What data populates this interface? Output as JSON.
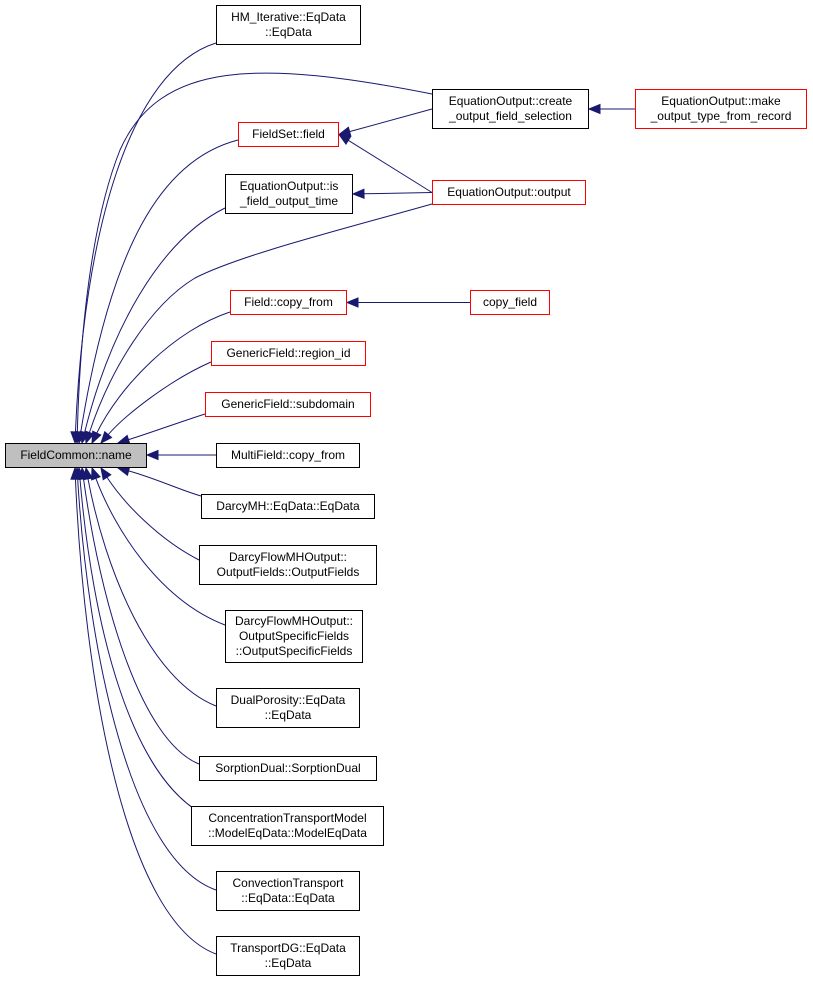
{
  "colors": {
    "edge": "#191970",
    "node_border": "#000000",
    "linked_border": "#ff0000",
    "focus_fill": "#bfbfbf"
  },
  "nodes": [
    {
      "id": "fieldcommon_name",
      "name": "node-fieldcommon-name",
      "lines": [
        "FieldCommon::name"
      ],
      "style": "focus"
    },
    {
      "id": "hm_iterative",
      "name": "node-hm-iterative-eqdata",
      "lines": [
        "HM_Iterative::EqData",
        "::EqData"
      ],
      "style": "plain"
    },
    {
      "id": "eo_create",
      "name": "node-equationoutput-create-output-field-selection",
      "lines": [
        "EquationOutput::create",
        "_output_field_selection"
      ],
      "style": "plain"
    },
    {
      "id": "eo_make",
      "name": "node-equationoutput-make-output-type-from-record",
      "lines": [
        "EquationOutput::make",
        "_output_type_from_record"
      ],
      "style": "red"
    },
    {
      "id": "fieldset_field",
      "name": "node-fieldset-field",
      "lines": [
        "FieldSet::field"
      ],
      "style": "red"
    },
    {
      "id": "eo_is_time",
      "name": "node-equationoutput-is-field-output-time",
      "lines": [
        "EquationOutput::is",
        "_field_output_time"
      ],
      "style": "plain"
    },
    {
      "id": "eo_output",
      "name": "node-equationoutput-output",
      "lines": [
        "EquationOutput::output"
      ],
      "style": "red"
    },
    {
      "id": "field_copy_from",
      "name": "node-field-copy-from",
      "lines": [
        "Field::copy_from"
      ],
      "style": "red"
    },
    {
      "id": "copy_field",
      "name": "node-copy-field",
      "lines": [
        "copy_field"
      ],
      "style": "red"
    },
    {
      "id": "gf_region",
      "name": "node-genericfield-region-id",
      "lines": [
        "GenericField::region_id"
      ],
      "style": "red"
    },
    {
      "id": "gf_subdomain",
      "name": "node-genericfield-subdomain",
      "lines": [
        "GenericField::subdomain"
      ],
      "style": "red"
    },
    {
      "id": "mf_copy",
      "name": "node-multifield-copy-from",
      "lines": [
        "MultiField::copy_from"
      ],
      "style": "plain"
    },
    {
      "id": "darcymh",
      "name": "node-darcymh-eqdata",
      "lines": [
        "DarcyMH::EqData::EqData"
      ],
      "style": "plain"
    },
    {
      "id": "dfmo_fields",
      "name": "node-darcyflowmhoutput-outputfields",
      "lines": [
        "DarcyFlowMHOutput::",
        "OutputFields::OutputFields"
      ],
      "style": "plain"
    },
    {
      "id": "dfmo_specific",
      "name": "node-darcyflowmhoutput-outputspecificfields",
      "lines": [
        "DarcyFlowMHOutput::",
        "OutputSpecificFields",
        "::OutputSpecificFields"
      ],
      "style": "plain"
    },
    {
      "id": "dualporosity",
      "name": "node-dualporosity-eqdata",
      "lines": [
        "DualPorosity::EqData",
        "::EqData"
      ],
      "style": "plain"
    },
    {
      "id": "sorptiondual",
      "name": "node-sorptiondual",
      "lines": [
        "SorptionDual::SorptionDual"
      ],
      "style": "plain"
    },
    {
      "id": "ctm",
      "name": "node-concentrationtransportmodel-modeleqdata",
      "lines": [
        "ConcentrationTransportModel",
        "::ModelEqData::ModelEqData"
      ],
      "style": "plain"
    },
    {
      "id": "convection",
      "name": "node-convectiontransport-eqdata",
      "lines": [
        "ConvectionTransport",
        "::EqData::EqData"
      ],
      "style": "plain"
    },
    {
      "id": "transportdg",
      "name": "node-transportdg-eqdata",
      "lines": [
        "TransportDG::EqData",
        "::EqData"
      ],
      "style": "plain"
    }
  ],
  "edges": [
    {
      "from": "hm_iterative",
      "to": "fieldcommon_name"
    },
    {
      "from": "eo_create",
      "to": "fieldcommon_name"
    },
    {
      "from": "fieldset_field",
      "to": "fieldcommon_name"
    },
    {
      "from": "eo_is_time",
      "to": "fieldcommon_name"
    },
    {
      "from": "eo_output",
      "to": "fieldcommon_name"
    },
    {
      "from": "field_copy_from",
      "to": "fieldcommon_name"
    },
    {
      "from": "gf_region",
      "to": "fieldcommon_name"
    },
    {
      "from": "gf_subdomain",
      "to": "fieldcommon_name"
    },
    {
      "from": "mf_copy",
      "to": "fieldcommon_name"
    },
    {
      "from": "darcymh",
      "to": "fieldcommon_name"
    },
    {
      "from": "dfmo_fields",
      "to": "fieldcommon_name"
    },
    {
      "from": "dfmo_specific",
      "to": "fieldcommon_name"
    },
    {
      "from": "dualporosity",
      "to": "fieldcommon_name"
    },
    {
      "from": "sorptiondual",
      "to": "fieldcommon_name"
    },
    {
      "from": "ctm",
      "to": "fieldcommon_name"
    },
    {
      "from": "convection",
      "to": "fieldcommon_name"
    },
    {
      "from": "transportdg",
      "to": "fieldcommon_name"
    },
    {
      "from": "eo_create",
      "to": "fieldset_field"
    },
    {
      "from": "eo_output",
      "to": "fieldset_field"
    },
    {
      "from": "eo_output",
      "to": "eo_is_time"
    },
    {
      "from": "eo_make",
      "to": "eo_create"
    },
    {
      "from": "copy_field",
      "to": "field_copy_from"
    }
  ]
}
